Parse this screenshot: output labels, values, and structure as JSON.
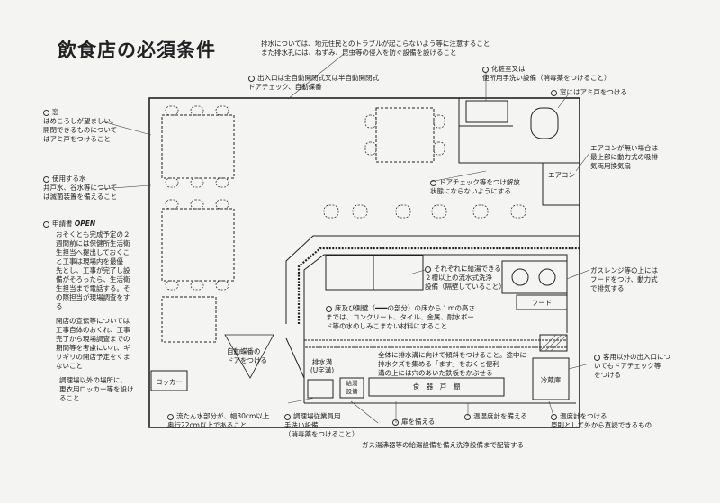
{
  "title": "飲食店の必須条件",
  "notes": {
    "drain": "排水については、地元住民とのトラブルが起こらないよう等に注意すること\nまた排水孔には、ねずみ、昆虫等の侵入を防ぐ設備を設けること",
    "entrance": "出入口は全自動開閉式又は半自動開閉式\nドアチェック、自動蝶番",
    "toilet": "化粧室又は\n便所用手洗い設備（消毒薬をつけること）",
    "window_screen": "窓にはアミ戸をつける",
    "window": "窓\nはめころしが望ましい。\n開閉できるものについて\nはアミ戸をつけること",
    "water": "使用する水\n井戸水、谷水等について\nは滅菌装置を備えること",
    "application_head": "申請書",
    "open_mark": "OPEN",
    "application": "おそくとも完成予定の２\n週間前には保健所生活衛\n生担当へ提出しておくこ\nと工事は現場内を最優\n先とし、工事が完了し設\n備がそろったら、生活衛\n生担当まで電話する。そ\nの際担当が現場調査をす\nる",
    "advertising": "開店の宣伝等については\n工事自体のおくれ、工事\n完了から現場調査までの\n期間等を考慮にいれ、ギ\nリギリの開店予定をくま\nないこと",
    "locker": "調理場以外の場所に、\n更衣用ロッカー等を設け\nること",
    "aircon": "エアコンが無い場合は\n最上部に動力式の吸排\n気両用換気扇",
    "door_check": "ドアチェック等をつけ解放\n状態にならないようにする",
    "sink": "それぞれに給湯できる\n２槽以上の流水式洗浄\n設備（隔壁していること）",
    "gas": "ガスレンジ等の上には\nフードをつけ、動力式\nで排気する",
    "floor": "床及び側壁（━━━の部分）の床から１ｍの高さ\nまでは、コンクリート、タイル、金属、耐水ボー\nド等の水のしみこまない材料にすること",
    "auto_hinge": "自動蝶番の\nドアをつける",
    "trench": "全体に排水溝に向けて傾斜をつけること。途中に\n排水クズを集める「ます」をおくと便利\n溝の上には穴のあいた鉄板をかぶせる",
    "customer_door": "客用以外の出入口につ\nいてもドアチェック等\nをつける",
    "width": "流たん水部分が、幅30cm以上\n奥行22cm以上であること",
    "handwash": "調理場従業員用\n手洗い設備\n（消毒薬をつけること）",
    "cupboard_note": "扉を備える",
    "thermo": "温湿度計を備える",
    "fridge_note": "温度計をつける\n原則として外から直読できるもの",
    "boiler": "ガス湯沸器等の給湯設備を備え洗浄設備まで配管する"
  },
  "rooms": {
    "locker": "ロッカー",
    "aircon": "エアコン",
    "hood": "フード",
    "fridge": "冷蔵庫",
    "cupboard": "食　器　戸　棚",
    "drain_label": "排水溝\n(U字溝)",
    "heater": "給湯\n設備"
  }
}
